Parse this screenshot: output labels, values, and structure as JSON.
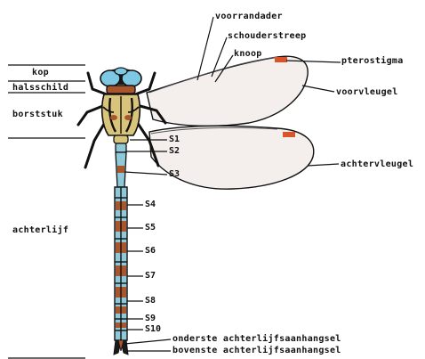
{
  "labels": {
    "voorrandader": "voorrandader",
    "schouderstreep": "schouderstreep",
    "knoop": "knoop",
    "pterostigma": "pterostigma",
    "voorvleugel": "voorvleugel",
    "achtervleugel": "achtervleugel",
    "kop": "kop",
    "halsschild": "halsschild",
    "borststuk": "borststuk",
    "achterlijf": "achterlijf",
    "onderste_aanhangsel": "onderste achterlijfsaanhangsel",
    "bovenste_aanhangsel": "bovenste achterlijfsaanhangsel"
  },
  "segments": [
    "S1",
    "S2",
    "S3",
    "S4",
    "S5",
    "S6",
    "S7",
    "S8",
    "S9",
    "S10"
  ],
  "colors": {
    "eye": "#7ec8e3",
    "body_blue": "#8fc9d8",
    "body_brown": "#a9562e",
    "body_dark": "#1a1a1a",
    "thorax_yellow": "#d8c47a",
    "wing_fill": "#f4efec",
    "pterostigma": "#d9542b"
  }
}
